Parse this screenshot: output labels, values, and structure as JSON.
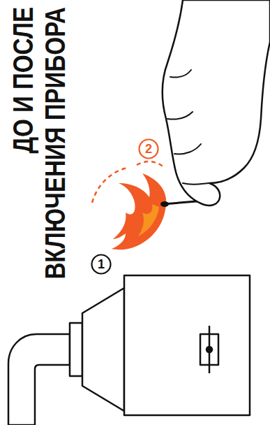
{
  "diagram": {
    "title": "ДО И ПОСЛЕ ВКЛЮЧЕНИЯ ПРИБОРА",
    "nodes": [
      {
        "text": [
          "1"
        ]
      },
      {
        "text": [
          "2"
        ]
      }
    ]
  }
}
